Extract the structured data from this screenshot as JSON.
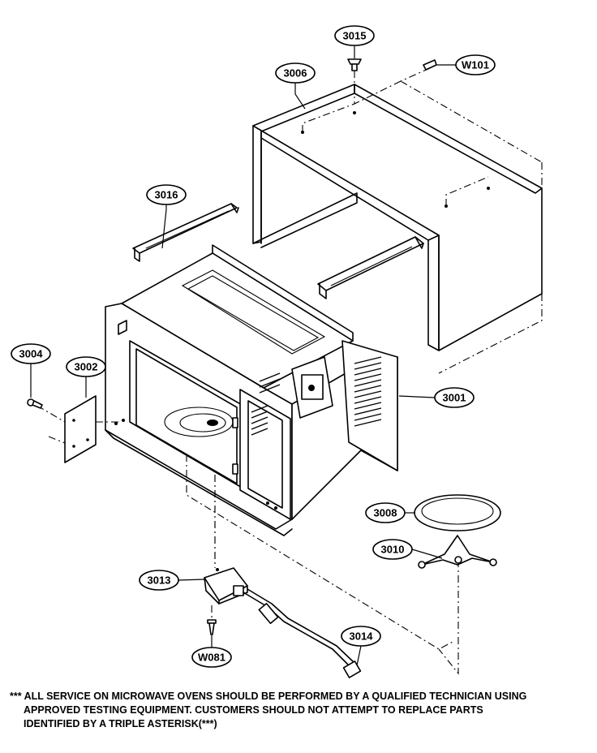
{
  "callouts": {
    "c3015": "3015",
    "cW101": "W101",
    "c3006": "3006",
    "c3016": "3016",
    "c3004": "3004",
    "c3002": "3002",
    "c3001": "3001",
    "c3008": "3008",
    "c3010": "3010",
    "c3013": "3013",
    "c3014": "3014",
    "cW081": "W081"
  },
  "note": {
    "line1": "*** ALL SERVICE ON MICROWAVE OVENS SHOULD BE PERFORMED BY A QUALIFIED TECHNICIAN USING",
    "line2": "APPROVED TESTING EQUIPMENT. CUSTOMERS SHOULD NOT ATTEMPT TO REPLACE PARTS",
    "line3": "IDENTIFIED BY A TRIPLE ASTERISK(***)"
  }
}
